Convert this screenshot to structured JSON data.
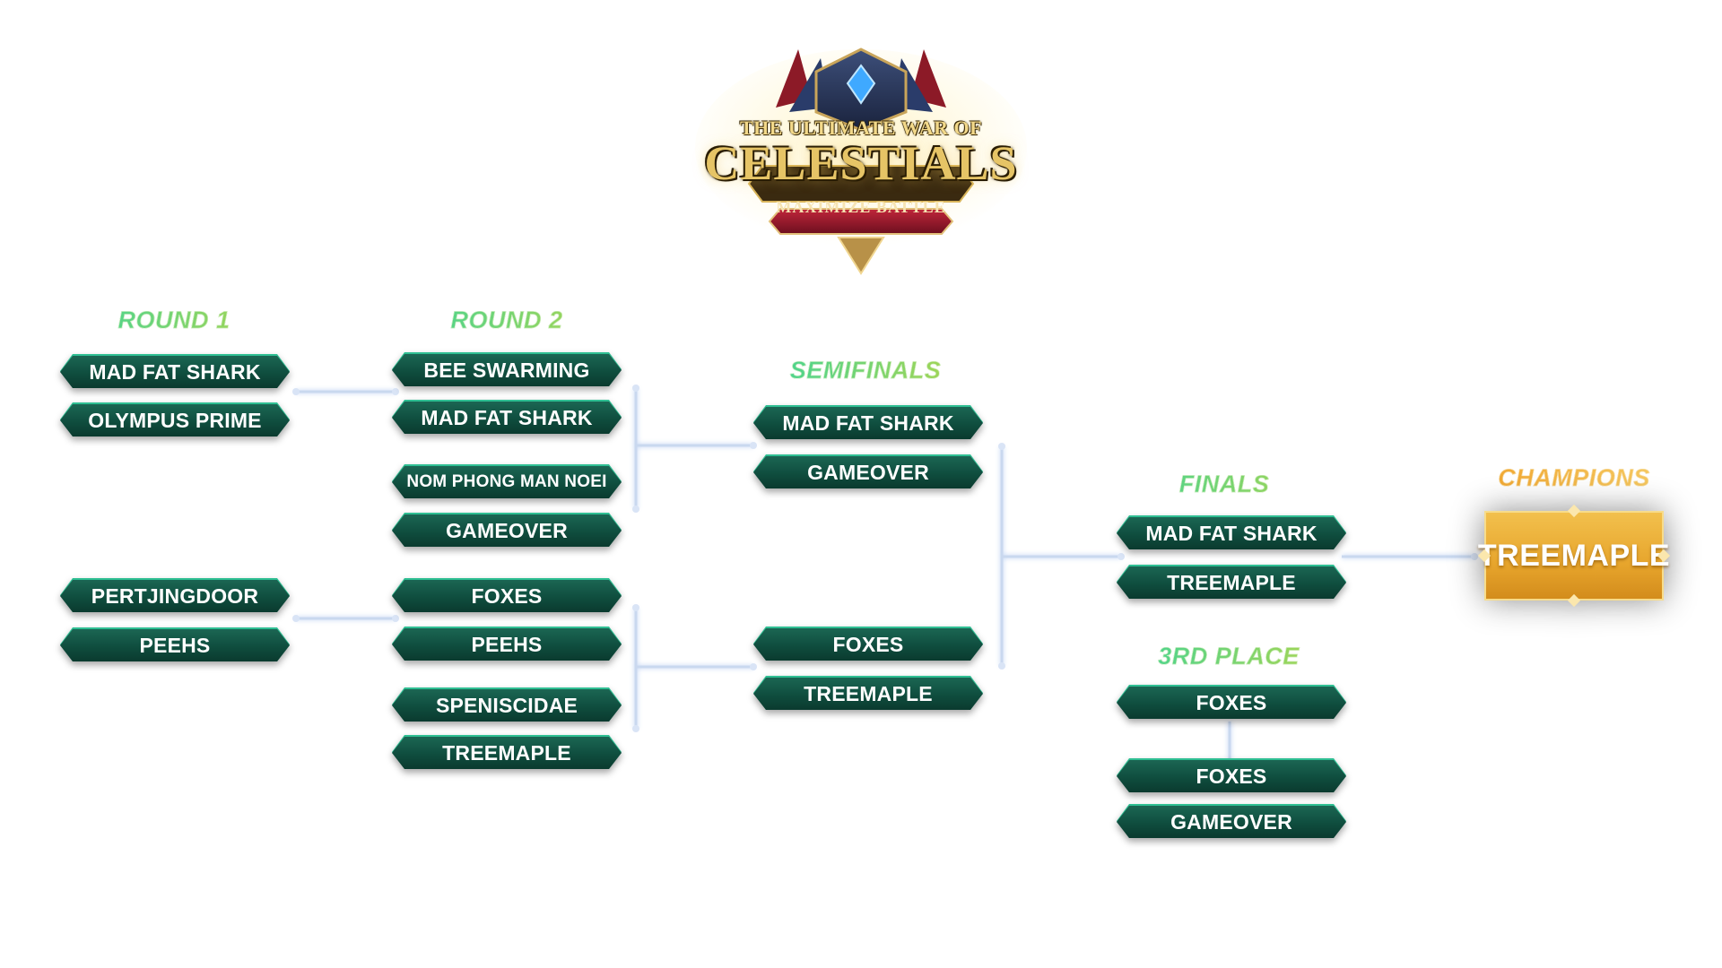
{
  "logo": {
    "line1": "THE ULTIMATE WAR OF",
    "line2": "CELESTIALS",
    "line3": "MAXIMIZE BATTLE",
    "emblem": "shield-crest-icon"
  },
  "headings": {
    "round1": "ROUND 1",
    "round2": "ROUND 2",
    "semifinals": "SEMIFINALS",
    "finals": "FINALS",
    "third_place": "3RD PLACE",
    "champions": "CHAMPIONS"
  },
  "round1": [
    "MAD FAT SHARK",
    "OLYMPUS PRIME",
    "PERTJINGDOOR",
    "PEEHS"
  ],
  "round2": [
    "BEE SWARMING",
    "MAD FAT SHARK",
    "NOM PHONG MAN NOEI",
    "GAMEOVER",
    "FOXES",
    "PEEHS",
    "SPENISCIDAE",
    "TREEMAPLE"
  ],
  "semifinals": [
    "MAD FAT SHARK",
    "GAMEOVER",
    "FOXES",
    "TREEMAPLE"
  ],
  "finals": [
    "MAD FAT SHARK",
    "TREEMAPLE"
  ],
  "third_place": [
    "FOXES",
    "FOXES",
    "GAMEOVER"
  ],
  "champion": "TREEMAPLE",
  "colors": {
    "pill": "#0f4d3e",
    "pill_edge": "#2fbf93",
    "connector": "#c9d8ef",
    "champion": "#e7a52c",
    "heading_green": "#39d49a",
    "heading_gold": "#f0a12a"
  }
}
